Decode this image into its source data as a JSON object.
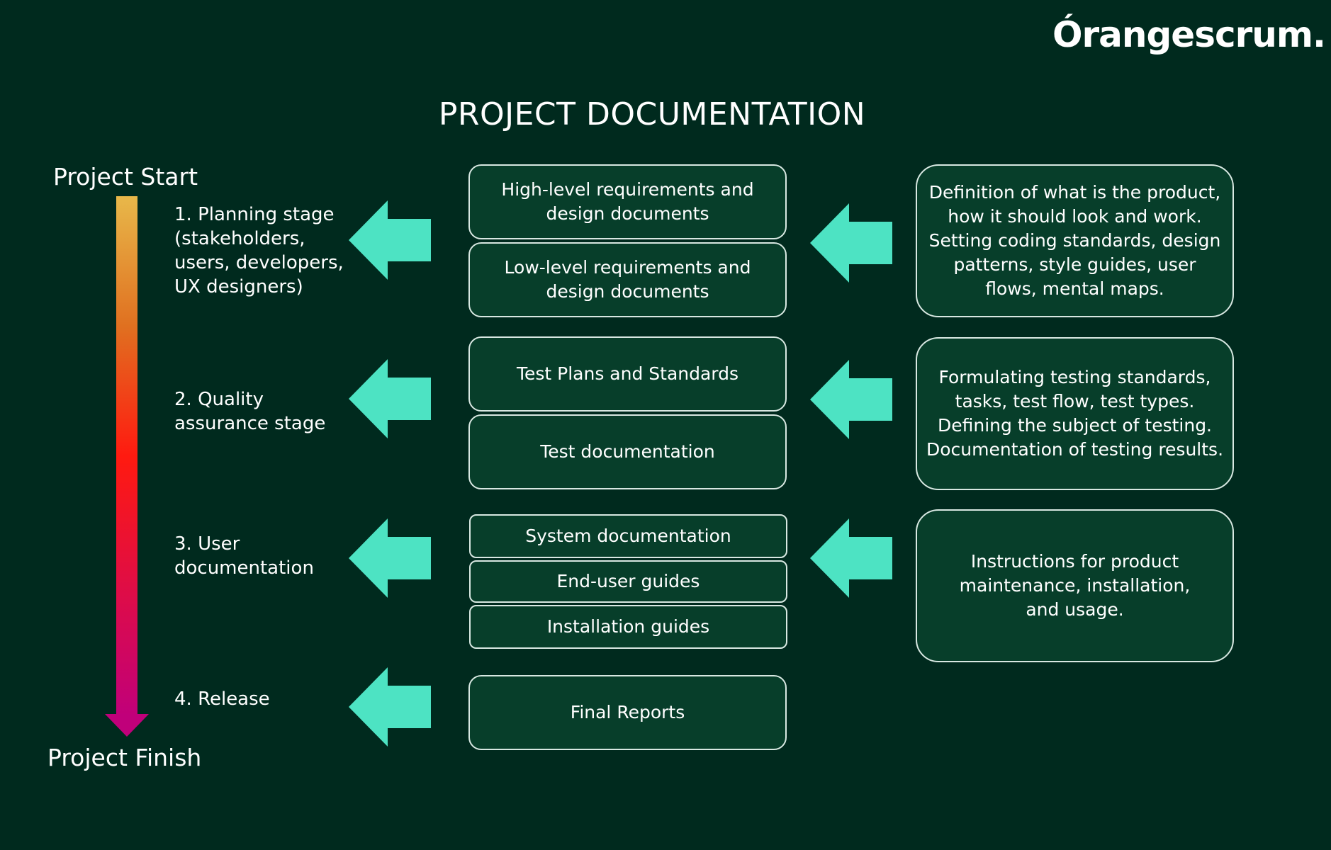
{
  "brand": {
    "logo_text": "Órangescrum."
  },
  "title": "PROJECT DOCUMENTATION",
  "timeline": {
    "start_label": "Project Start",
    "finish_label": "Project Finish"
  },
  "stages": [
    {
      "label": "1. Planning stage (stakeholders, users, developers, UX designers)",
      "documents": [
        "High-level requirements and design documents",
        "Low-level requirements and design documents"
      ],
      "description": "Definition of what is the product, how it should look and work. Setting coding standards, design patterns, style guides, user flows, mental maps."
    },
    {
      "label": "2. Quality assurance stage",
      "documents": [
        "Test Plans and Standards",
        "Test documentation"
      ],
      "description": "Formulating testing standards, tasks, test flow, test types. Defining the subject of testing. Documentation of testing results."
    },
    {
      "label": "3. User documentation",
      "documents": [
        "System documentation",
        "End-user guides",
        "Installation guides"
      ],
      "description": "Instructions for product maintenance, installation, and usage."
    },
    {
      "label": "4. Release",
      "documents": [
        "Final Reports"
      ]
    }
  ],
  "colors": {
    "background": "#002a1e",
    "box_fill": "#073e2a",
    "box_border": "#d8e8e2",
    "arrow": "#4de3c3",
    "timeline_top": "#e8b84a",
    "timeline_mid": "#ff1a10",
    "timeline_bottom": "#c0007a"
  }
}
